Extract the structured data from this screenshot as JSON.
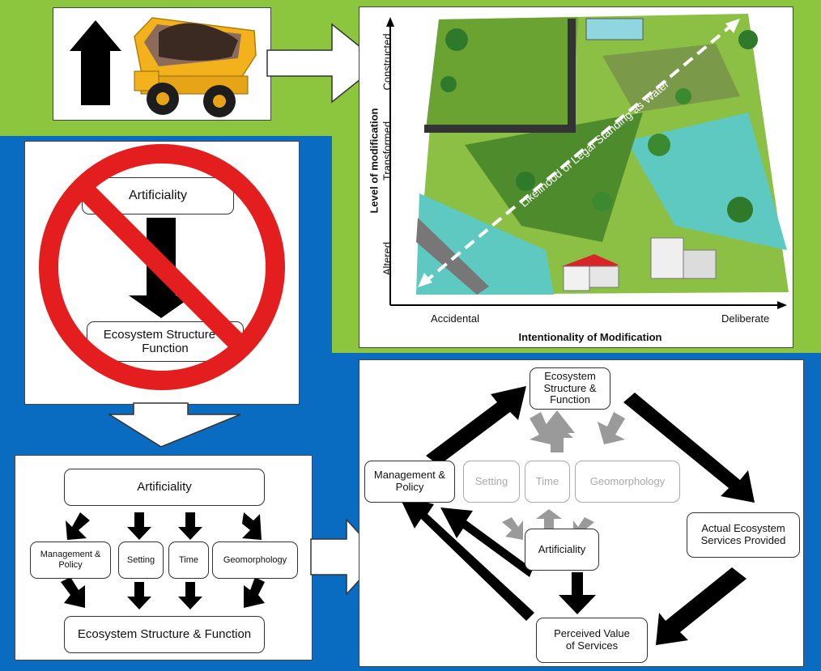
{
  "colors": {
    "top_band": "#8cc63f",
    "background": "#0a6cc0",
    "prohibition": "#e41e1e",
    "arrow_grey": "#9a9a9a"
  },
  "top_left": {
    "icons": [
      "up-arrow-icon",
      "dump-truck-icon"
    ]
  },
  "landscape": {
    "y_axis_title": "Level of modification",
    "y_ticks": [
      "Constructed",
      "Transformed",
      "Altered"
    ],
    "x_axis_title": "Intentionality of Modification",
    "x_ticks": [
      "Accidental",
      "Deliberate"
    ],
    "diagonal_label": "Likelihood of Legal Standing as Water"
  },
  "prohibited": {
    "top": "Artificiality",
    "bottom": "Ecosystem Structure & Function"
  },
  "flow": {
    "top": "Artificiality",
    "middle": [
      "Management & Policy",
      "Setting",
      "Time",
      "Geomorphology"
    ],
    "bottom": "Ecosystem Structure & Function"
  },
  "cycle": {
    "ecosystem": "Ecosystem Structure & Function",
    "management": "Management & Policy",
    "factors": [
      "Setting",
      "Time",
      "Geomorphology"
    ],
    "artificiality": "Artificiality",
    "services": "Actual Ecosystem Services Provided",
    "perceived": "Perceived Value of Services"
  }
}
